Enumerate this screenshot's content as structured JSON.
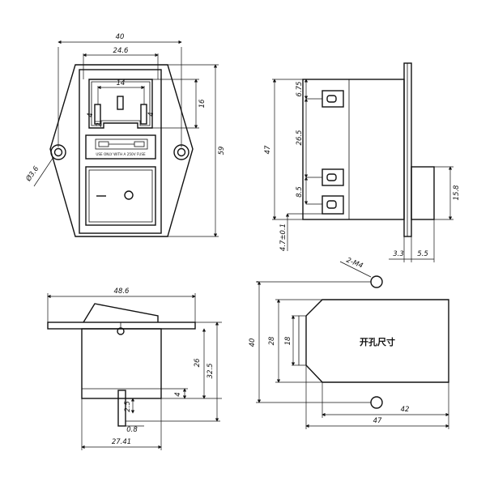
{
  "front_view": {
    "dim_width": "40",
    "dim_inlet_width": "24.6",
    "dim_pin_spacing": "14",
    "dim_inlet_height": "16",
    "dim_height": "59",
    "dim_hole": "Ø3.6",
    "pin_left_a": "4",
    "pin_left_b": "2",
    "pin_right": "4",
    "fuse_label": "USE ONLY WITH A 250V FUSE"
  },
  "side_view": {
    "dim_675": "6.75",
    "dim_265": "26.5",
    "dim_47": "47",
    "dim_85": "8.5",
    "dim_47t": "4.7±0.1",
    "dim_158": "15.8",
    "dim_33": "3.3",
    "dim_55": "5.5"
  },
  "bottom_view": {
    "dim_486": "48.6",
    "dim_26": "26",
    "dim_325": "32.5",
    "dim_4": "4",
    "dim_25": "2.5",
    "dim_08": "0.8",
    "dim_2741": "27.41"
  },
  "cutout_view": {
    "label_m4": "2-M4",
    "dim_40": "40",
    "dim_28": "28",
    "dim_18": "18",
    "dim_42": "42",
    "dim_47": "47",
    "title": "开孔尺寸"
  }
}
